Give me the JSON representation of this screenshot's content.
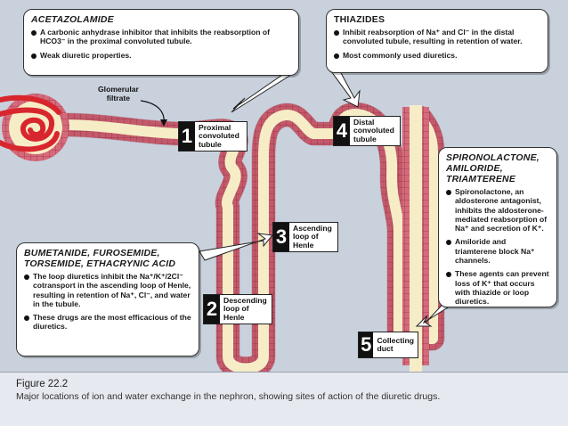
{
  "acetazolamide": {
    "title": "ACETAZOLAMIDE",
    "bullets": [
      "A carbonic anhydrase inhibitor that inhibits the reabsorption of HCO3⁻ in the proximal convoluted tubule.",
      "Weak diuretic properties."
    ]
  },
  "thiazides": {
    "title": "THIAZIDES",
    "bullets": [
      "Inhibit reabsorption of Na⁺ and Cl⁻ in the distal convoluted tubule, resulting in retention of water.",
      "Most commonly used diuretics."
    ]
  },
  "spironolactone": {
    "title_lines": [
      "SPIRONOLACTONE,",
      "AMILORIDE,",
      "TRIAMTERENE"
    ],
    "bullets": [
      "Spironolactone, an aldosterone antagonist, inhibits the aldosterone-mediated reabsorption of Na⁺ and secretion of K⁺.",
      "Amiloride and triamterene block Na⁺ channels.",
      "These agents can prevent loss of K⁺ that occurs with thiazide or loop diuretics."
    ]
  },
  "loop": {
    "title_lines": [
      "BUMETANIDE, FUROSEMIDE,",
      "TORSEMIDE, ETHACRYNIC ACID"
    ],
    "bullets": [
      "The loop diuretics inhibit the Na⁺/K⁺/2Cl⁻ cotransport in the ascending loop of Henle, resulting in retention of Na⁺, Cl⁻, and water in the tubule.",
      "These drugs are the most efficacious of the diuretics."
    ]
  },
  "glomerular_label": [
    "Glomerular",
    "filtrate"
  ],
  "sites": [
    {
      "number": "1",
      "lines": [
        "Proximal",
        "convoluted",
        "tubule"
      ]
    },
    {
      "number": "2",
      "lines": [
        "Descending",
        "loop of",
        "Henle"
      ]
    },
    {
      "number": "3",
      "lines": [
        "Ascending",
        "loop of",
        "Henle"
      ]
    },
    {
      "number": "4",
      "lines": [
        "Distal",
        "convoluted",
        "tubule"
      ]
    },
    {
      "number": "5",
      "lines": [
        "Collecting",
        "duct"
      ]
    }
  ],
  "caption": {
    "figure": "Figure 22.2",
    "description": "Major locations of ion and water exchange in the nephron, showing sites of action of the diuretic drugs."
  },
  "colors": {
    "background": "#c9d1dd",
    "tubule_wall": "#c9576a",
    "tubule_lumen": "#f6edc6",
    "glomerulus": "#d8262e",
    "caption_bg": "#e6e9ef"
  }
}
